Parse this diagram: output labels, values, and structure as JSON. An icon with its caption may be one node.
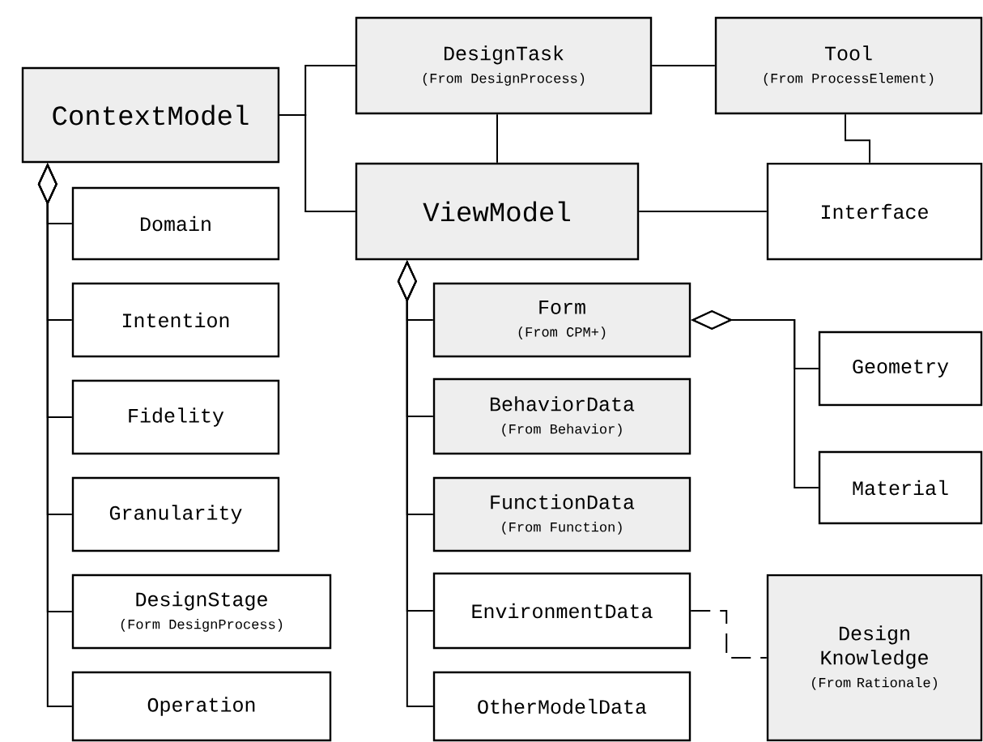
{
  "diagram": {
    "nodes": [
      {
        "text": [
          "ContextModel"
        ]
      },
      {
        "text": [
          "DesignTask",
          "(From DesignProcess)"
        ]
      },
      {
        "text": [
          "Tool",
          "(From ProcessElement)"
        ]
      },
      {
        "text": [
          "ViewModel"
        ]
      },
      {
        "text": [
          "Interface"
        ]
      },
      {
        "text": [
          "Domain"
        ]
      },
      {
        "text": [
          "Intention"
        ]
      },
      {
        "text": [
          "Fidelity"
        ]
      },
      {
        "text": [
          "Granularity"
        ]
      },
      {
        "text": [
          "DesignStage",
          "(Form DesignProcess)"
        ]
      },
      {
        "text": [
          "Operation"
        ]
      },
      {
        "text": [
          "Form",
          "(From CPM+)"
        ]
      },
      {
        "text": [
          "BehaviorData",
          "(From Behavior)"
        ]
      },
      {
        "text": [
          "FunctionData",
          "(From Function)"
        ]
      },
      {
        "text": [
          "EnvironmentData"
        ]
      },
      {
        "text": [
          "OtherModelData"
        ]
      },
      {
        "text": [
          "Geometry"
        ]
      },
      {
        "text": [
          "Material"
        ]
      },
      {
        "text": [
          "Design Knowledge",
          "(From Rationale)"
        ]
      }
    ],
    "edges": [
      {
        "from": 0,
        "to": 1,
        "arrow": "none"
      },
      {
        "from": 0,
        "to": 3,
        "arrow": "none"
      },
      {
        "from": 1,
        "to": 3,
        "arrow": "none"
      },
      {
        "from": 1,
        "to": 2,
        "arrow": "none"
      },
      {
        "from": 2,
        "to": 4,
        "arrow": "none"
      },
      {
        "from": 3,
        "to": 4,
        "arrow": "none"
      },
      {
        "from": 0,
        "to": 5,
        "arrow": "other"
      },
      {
        "from": 0,
        "to": 6,
        "arrow": "other"
      },
      {
        "from": 0,
        "to": 7,
        "arrow": "other"
      },
      {
        "from": 0,
        "to": 8,
        "arrow": "other"
      },
      {
        "from": 0,
        "to": 9,
        "arrow": "other"
      },
      {
        "from": 0,
        "to": 10,
        "arrow": "other"
      },
      {
        "from": 3,
        "to": 11,
        "arrow": "other"
      },
      {
        "from": 3,
        "to": 12,
        "arrow": "other"
      },
      {
        "from": 3,
        "to": 13,
        "arrow": "other"
      },
      {
        "from": 3,
        "to": 14,
        "arrow": "other"
      },
      {
        "from": 3,
        "to": 15,
        "arrow": "other"
      },
      {
        "from": 11,
        "to": 16,
        "arrow": "other"
      },
      {
        "from": 11,
        "to": 17,
        "arrow": "other"
      },
      {
        "from": 14,
        "to": 18,
        "arrow": "none",
        "style": "dashed"
      }
    ]
  }
}
